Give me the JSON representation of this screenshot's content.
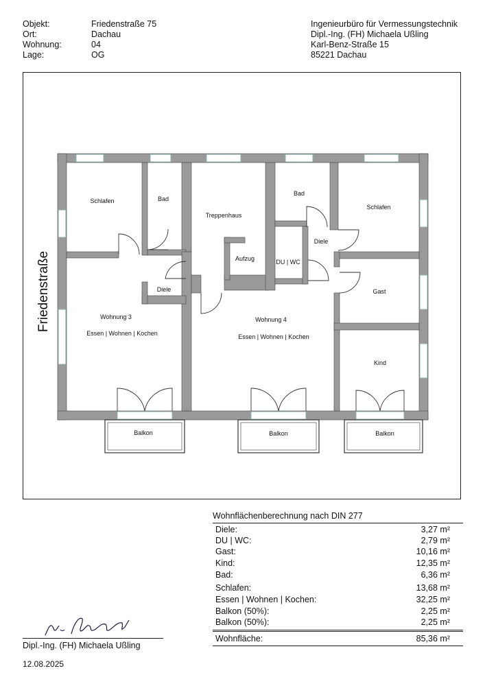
{
  "header_left": {
    "rows": [
      {
        "key": "Objekt:",
        "value": "Friedenstraße 75"
      },
      {
        "key": "Ort:",
        "value": "Dachau"
      },
      {
        "key": "Wohnung:",
        "value": "04"
      },
      {
        "key": "Lage:",
        "value": "OG"
      }
    ]
  },
  "header_right": {
    "lines": [
      "Ingenieurbüro für Vermessungstechnik",
      "Dipl.-Ing. (FH) Michaela Ußling",
      "Karl-Benz-Straße 15",
      "85221 Dachau"
    ]
  },
  "plan": {
    "street": "Friedenstraße",
    "rooms": {
      "schlafen_left": "Schlafen",
      "bad_left": "Bad",
      "treppenhaus": "Treppenhaus",
      "aufzug": "Aufzug",
      "bad_right": "Bad",
      "schlafen_right": "Schlafen",
      "diele_right": "Diele",
      "du_wc": "DU | WC",
      "gast": "Gast",
      "kind": "Kind",
      "diele_left": "Diele",
      "wohnung3": "Wohnung 3",
      "essen3": "Essen | Wohnen | Kochen",
      "wohnung4": "Wohnung 4",
      "essen4": "Essen | Wohnen | Kochen",
      "balkon_left": "Balkon",
      "balkon_mid": "Balkon",
      "balkon_right": "Balkon"
    }
  },
  "area_calc": {
    "title": "Wohnflächenberechnung nach DIN 277",
    "rows": [
      {
        "label": "Diele:",
        "value": "3,27 m²"
      },
      {
        "label": "DU | WC:",
        "value": "2,79 m²"
      },
      {
        "label": "Gast:",
        "value": "10,16 m²"
      },
      {
        "label": "Kind:",
        "value": "12,35 m²"
      },
      {
        "label": "Bad:",
        "value": "6,36 m²"
      },
      {
        "label": "Schlafen:",
        "value": "13,68 m²"
      },
      {
        "label": "Essen | Wohnen | Kochen:",
        "value": "32,25 m²"
      },
      {
        "label": "Balkon (50%):",
        "value": "2,25 m²"
      },
      {
        "label": "Balkon (50%):",
        "value": "2,25 m²"
      }
    ],
    "total": {
      "label": "Wohnfläche:",
      "value": "85,36 m²"
    }
  },
  "signature": {
    "name": "Dipl.-Ing. (FH) Michaela Ußling",
    "date": "12.08.2025"
  }
}
